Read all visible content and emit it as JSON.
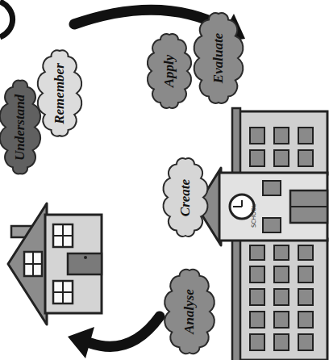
{
  "diagram": {
    "nodes": [
      {
        "text": [
          "Understand"
        ]
      },
      {
        "text": [
          "Remember"
        ]
      },
      {
        "text": [
          "Apply"
        ]
      },
      {
        "text": [
          "Evaluate"
        ]
      },
      {
        "text": [
          "Create"
        ]
      },
      {
        "text": [
          "Analyse"
        ]
      }
    ],
    "labels": [
      "SCHOOL"
    ]
  }
}
